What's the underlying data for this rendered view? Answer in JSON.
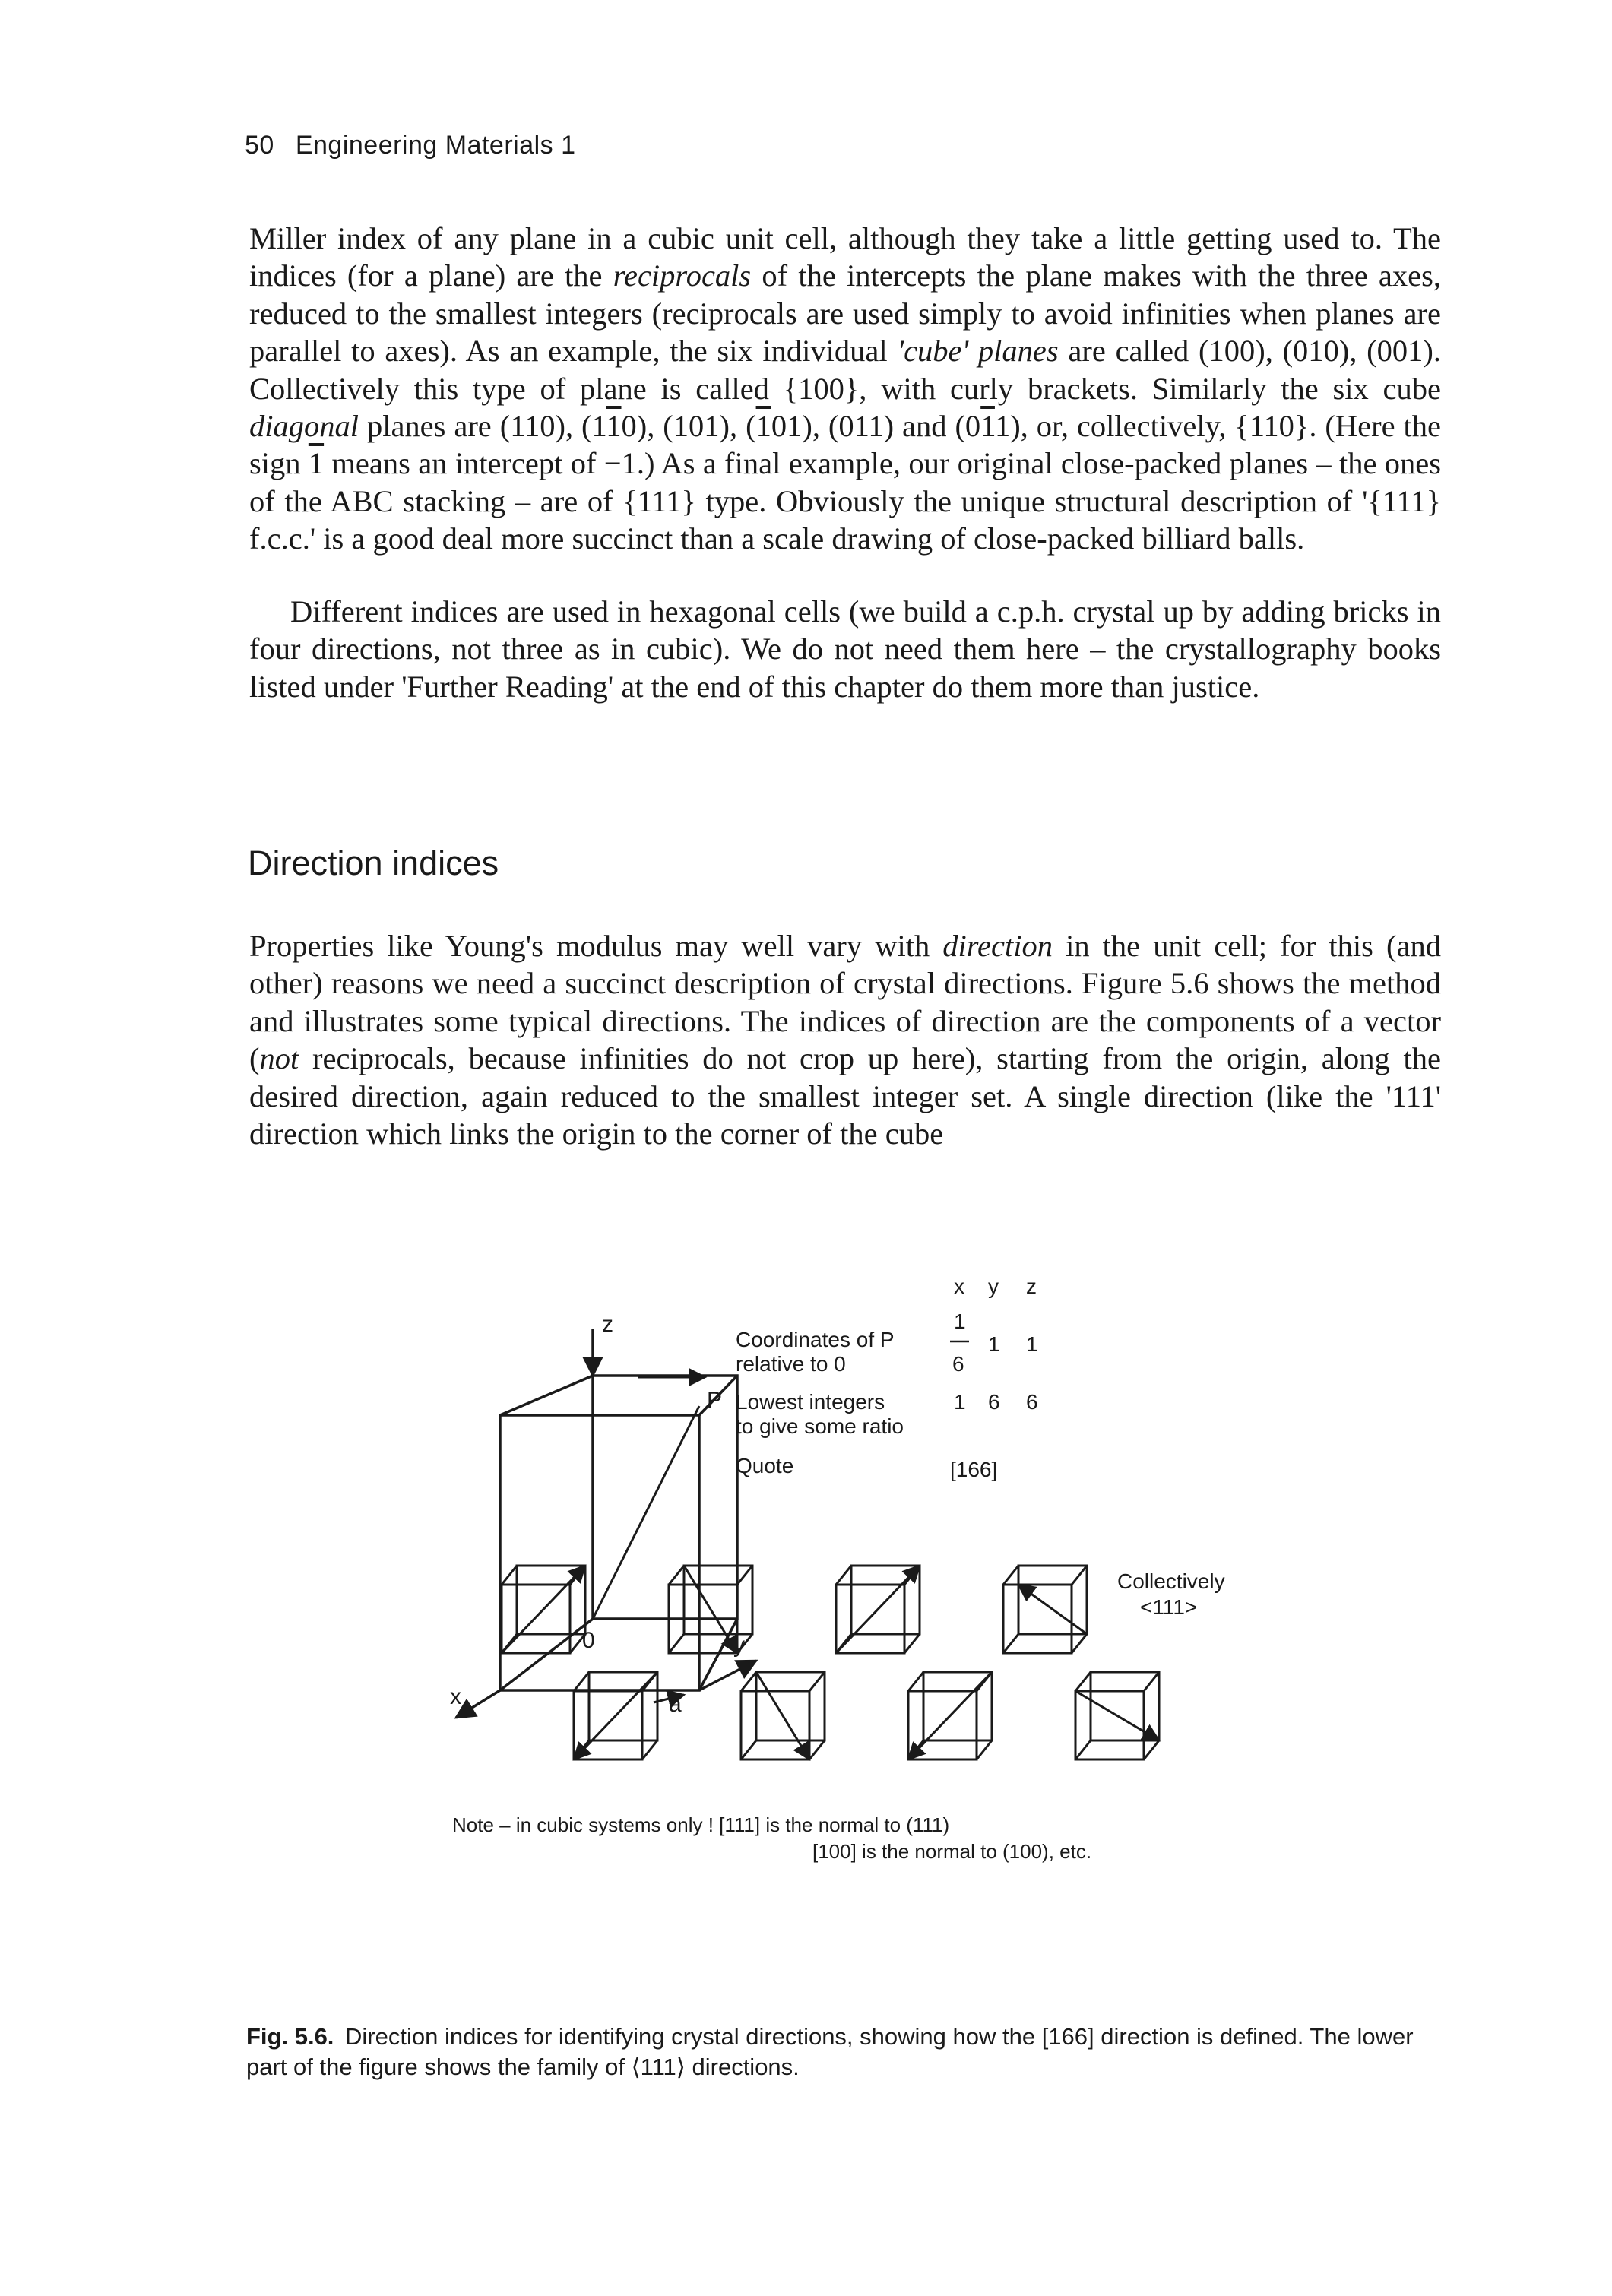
{
  "header": {
    "page_number": "50",
    "running_title": "Engineering Materials 1"
  },
  "section_title": "Direction indices",
  "figure": {
    "axis_z": "z",
    "axis_x": "x",
    "axis_y": "y",
    "label_P": "P",
    "label_origin": "0",
    "label_a": "a",
    "col_x": "x",
    "col_y": "y",
    "col_z": "z",
    "row1_label_a": "Coordinates of P",
    "row1_label_b": "relative to 0",
    "row1_x_num": "1",
    "row1_x_den": "6",
    "row1_y": "1",
    "row1_z": "1",
    "row2_label_a": "Lowest integers",
    "row2_label_b": "to give some ratio",
    "row2_x": "1",
    "row2_y": "6",
    "row2_z": "6",
    "row3_label": "Quote",
    "row3_value": "[166]",
    "collectively_a": "Collectively",
    "collectively_b": "<111>",
    "note_a": "Note – in cubic systems only ! [111] is the normal to (111)",
    "note_b": "[100] is the normal to (100), etc."
  },
  "caption": {
    "label": "Fig. 5.6.",
    "text": "Direction indices for identifying crystal directions, showing how the [166] direction is defined. The lower part of the figure shows the family of ⟨111⟩ directions."
  }
}
